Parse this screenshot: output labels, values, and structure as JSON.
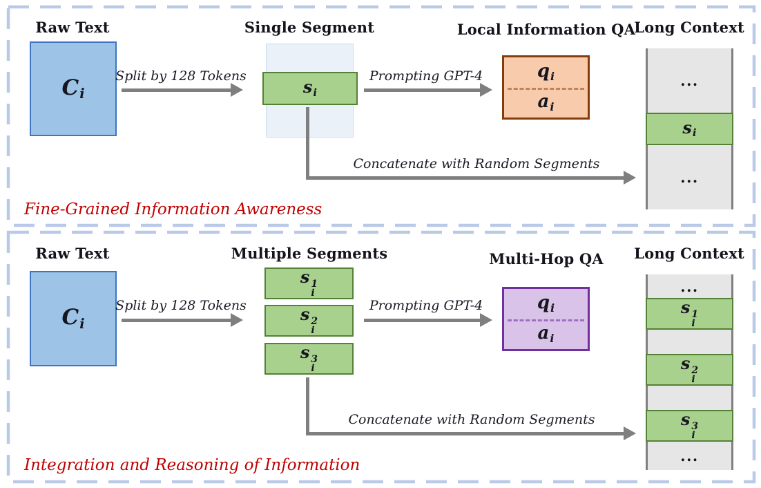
{
  "colors": {
    "panel_border": "#B9C9E8",
    "raw_fill": "#9DC3E6",
    "raw_border": "#3F74C2",
    "segment_fill": "#A9D18E",
    "segment_border": "#538135",
    "qa_orange_fill": "#F8CBAD",
    "qa_orange_border": "#843C0C",
    "qa_purple_fill": "#D9C3E8",
    "qa_purple_border": "#7030A0",
    "column_fill": "#E7E6E6",
    "arrow_gray": "#7F7F7F",
    "caption_red": "#C00000"
  },
  "panel1": {
    "caption": "Fine-Grained Information Awareness",
    "raw_text_label": "Raw Text",
    "raw_symbol": {
      "base": "C",
      "sub": "i"
    },
    "split_label": "Split by 128 Tokens",
    "segment_label": "Single Segment",
    "segment": {
      "base": "s",
      "sub": "i"
    },
    "prompt_label": "Prompting GPT-4",
    "qa_label": "Local Information QA",
    "q": {
      "base": "q",
      "sub": "i"
    },
    "a": {
      "base": "a",
      "sub": "i"
    },
    "concat_label": "Concatenate with Random Segments",
    "context_label": "Long Context",
    "context": {
      "top_ellipsis": "...",
      "segment": {
        "base": "s",
        "sub": "i"
      },
      "bottom_ellipsis": "..."
    }
  },
  "panel2": {
    "caption": "Integration and Reasoning of Information",
    "raw_text_label": "Raw Text",
    "raw_symbol": {
      "base": "C",
      "sub": "i"
    },
    "split_label": "Split by 128 Tokens",
    "segments_label": "Multiple Segments",
    "segments": [
      {
        "base": "s",
        "sub": "i",
        "sup": "1"
      },
      {
        "base": "s",
        "sub": "i",
        "sup": "2"
      },
      {
        "base": "s",
        "sub": "i",
        "sup": "3"
      }
    ],
    "prompt_label": "Prompting GPT-4",
    "qa_label": "Multi-Hop QA",
    "q": {
      "base": "q",
      "sub": "i"
    },
    "a": {
      "base": "a",
      "sub": "i"
    },
    "concat_label": "Concatenate with Random Segments",
    "context_label": "Long Context",
    "context": {
      "top_ellipsis": "...",
      "seg1": {
        "base": "s",
        "sub": "i",
        "sup": "1"
      },
      "seg2": {
        "base": "s",
        "sub": "i",
        "sup": "2"
      },
      "seg3": {
        "base": "s",
        "sub": "i",
        "sup": "3"
      },
      "bottom_ellipsis": "..."
    }
  }
}
